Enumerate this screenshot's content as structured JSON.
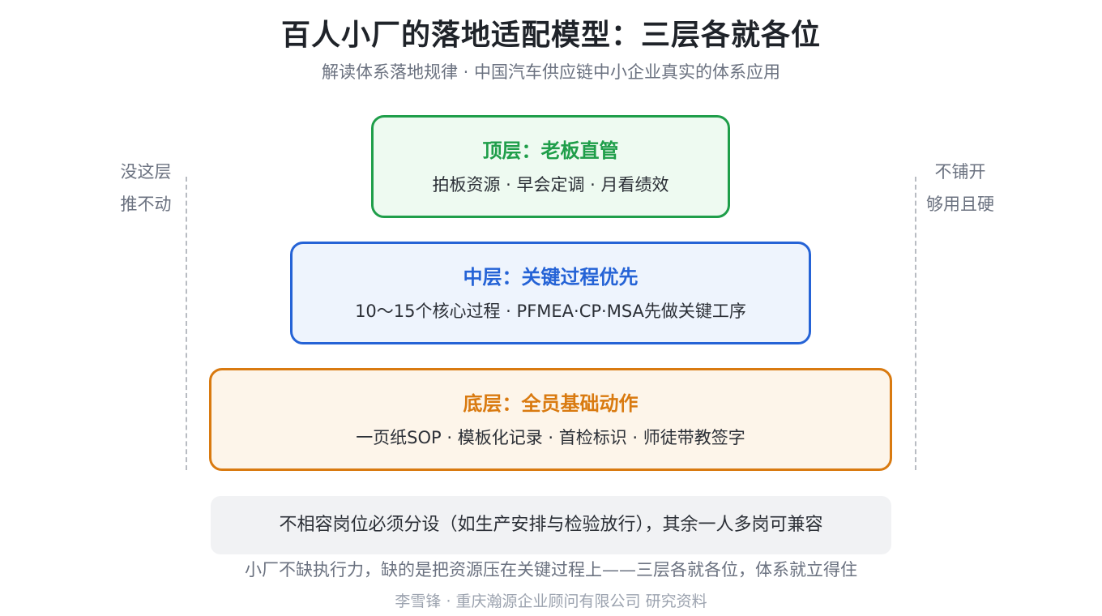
{
  "header": {
    "title": "百人小厂的落地适配模型：三层各就各位",
    "subtitle": "解读体系落地规律 · 中国汽车供应链中小企业真实的体系应用"
  },
  "side_notes": {
    "left": [
      "没这层",
      "推不动"
    ],
    "right": [
      "不铺开",
      "够用且硬"
    ]
  },
  "layers": {
    "top": {
      "title": "顶层：老板直管",
      "desc": "拍板资源 · 早会定调 · 月看绩效",
      "color": "#1f9e4a"
    },
    "middle": {
      "title": "中层：关键过程优先",
      "desc": "10～15个核心过程 · PFMEA·CP·MSA先做关键工序",
      "color": "#2563d6"
    },
    "bottom": {
      "title": "底层：全员基础动作",
      "desc": "一页纸SOP · 模板化记录 · 首检标识 · 师徒带教签字",
      "color": "#d97a10"
    }
  },
  "note": "不相容岗位必须分设（如生产安排与检验放行），其余一人多岗可兼容",
  "conclusion": "小厂不缺执行力，缺的是把资源压在关键过程上——三层各就各位，体系就立得住",
  "credit": "李雪锋 · 重庆瀚源企业顾问有限公司 研究资料"
}
